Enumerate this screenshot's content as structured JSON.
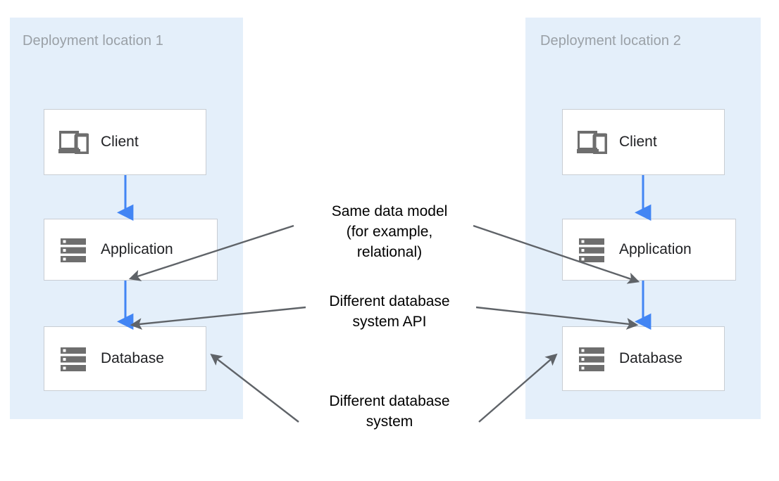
{
  "diagram": {
    "title_hidden": "",
    "background_color": "#FFFFFF",
    "zone_color": "#E4EFFA",
    "flow_arrow_color": "#4285F4",
    "annotation_arrow_color": "#5F6368",
    "box_border_color": "#C8CDD3",
    "icon_color": "#6E6E6E",
    "zone_title_color": "#9AA0A6"
  },
  "zones": [
    {
      "id": "zone-1",
      "title": "Deployment location 1",
      "nodes": [
        {
          "id": "client-1",
          "label": "Client",
          "icon": "devices-icon"
        },
        {
          "id": "application-1",
          "label": "Application",
          "icon": "server-icon"
        },
        {
          "id": "database-1",
          "label": "Database",
          "icon": "server-icon"
        }
      ]
    },
    {
      "id": "zone-2",
      "title": "Deployment location 2",
      "nodes": [
        {
          "id": "client-2",
          "label": "Client",
          "icon": "devices-icon"
        },
        {
          "id": "application-2",
          "label": "Application",
          "icon": "server-icon"
        },
        {
          "id": "database-2",
          "label": "Database",
          "icon": "server-icon"
        }
      ]
    }
  ],
  "annotations": [
    {
      "id": "annotation-data-model",
      "text": "Same data model\n(for example,\nrelational)"
    },
    {
      "id": "annotation-db-api",
      "text": "Different database\nsystem API"
    },
    {
      "id": "annotation-db-system",
      "text": "Different database\nsystem"
    }
  ]
}
